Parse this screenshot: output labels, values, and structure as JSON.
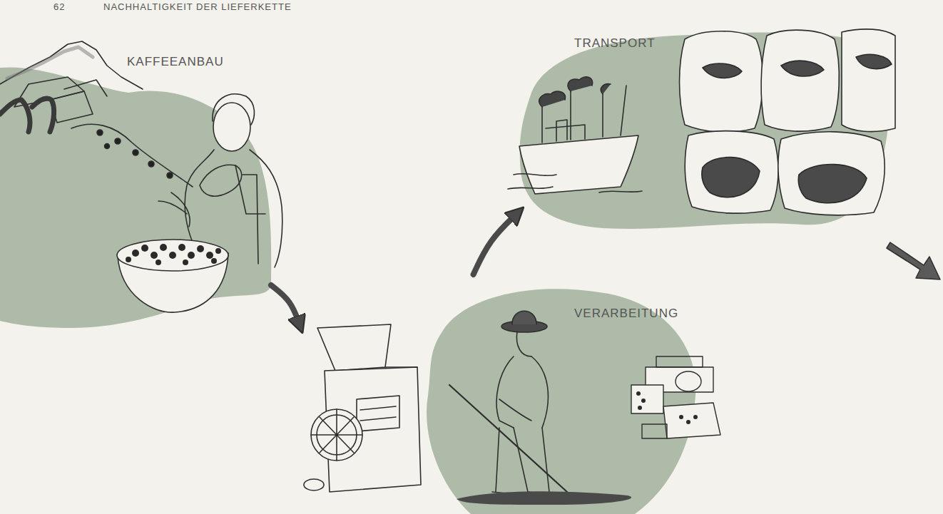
{
  "diagram": {
    "nodes": [
      {
        "text": [
          "KAFFEEANBAU"
        ]
      },
      {
        "text": [
          "VERARBEITUNG"
        ]
      },
      {
        "text": [
          "TRANSPORT"
        ]
      }
    ],
    "edges": [
      {
        "from": 0,
        "to": 1,
        "arrow": "to"
      },
      {
        "from": 1,
        "to": 2,
        "arrow": "to"
      }
    ],
    "labels": [
      "62",
      "NACHHALTIGKEIT DER LIEFERKETTE"
    ]
  }
}
